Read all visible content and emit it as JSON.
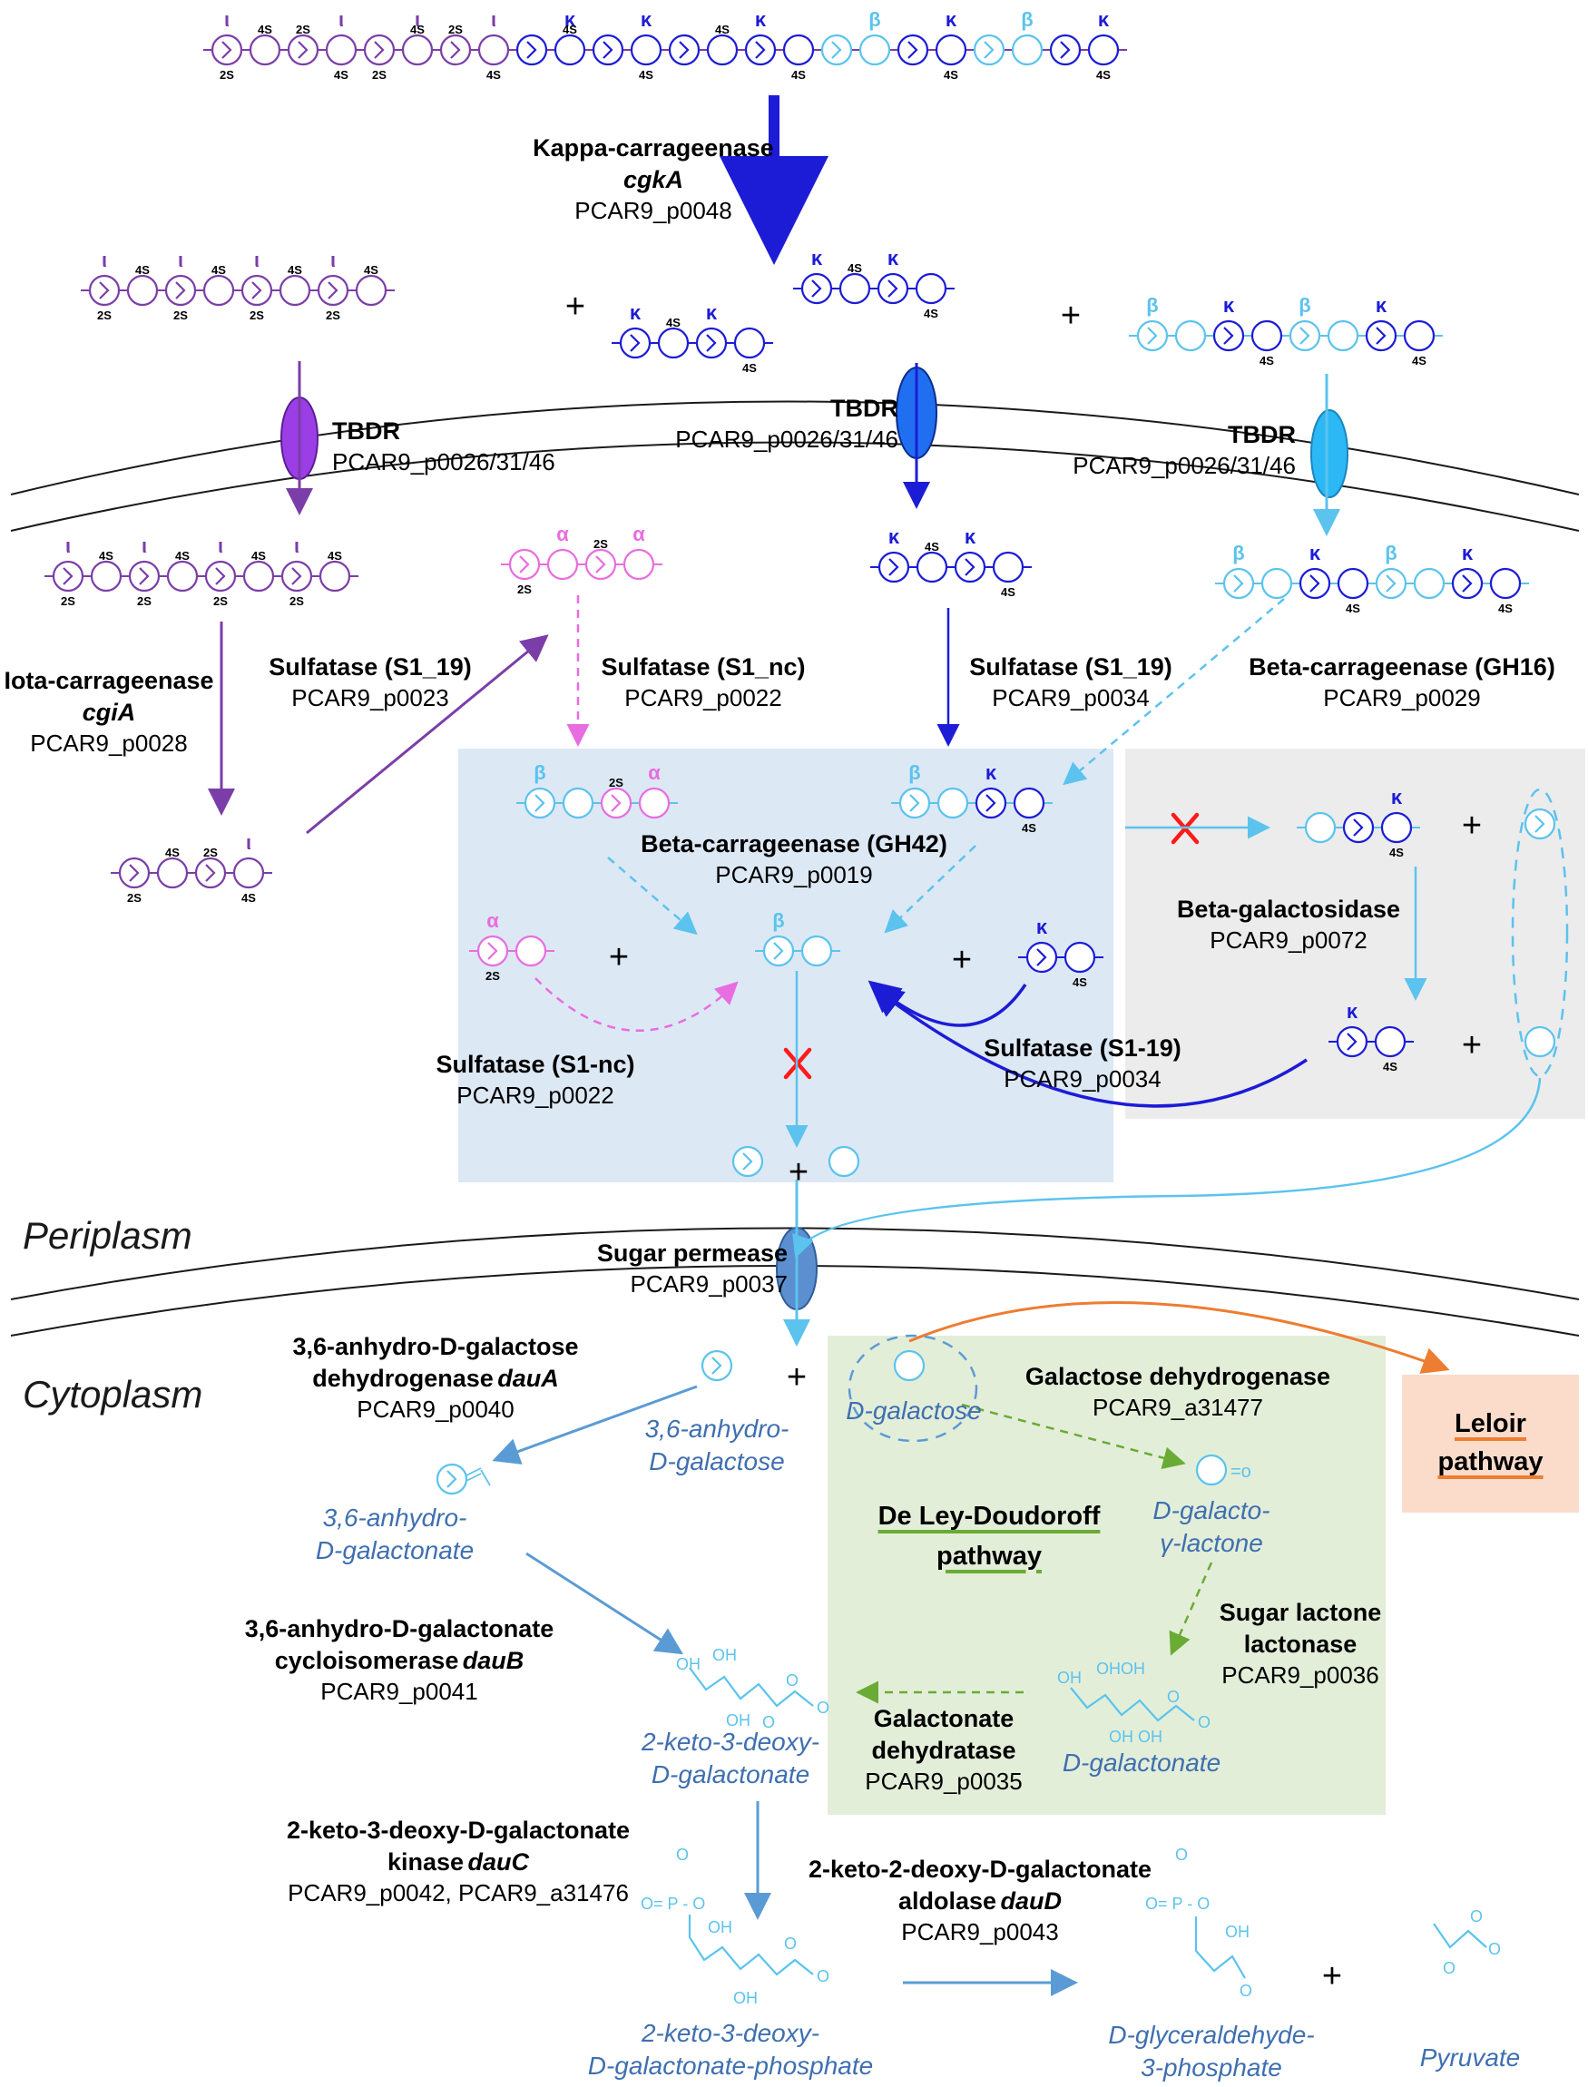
{
  "compartments": {
    "periplasm": "Periplasm",
    "cytoplasm": "Cytoplasm"
  },
  "enzymes": {
    "kappa": {
      "name": "Kappa-carrageenase",
      "gene": "cgkA",
      "locus": "PCAR9_p0048"
    },
    "tbdr": {
      "name": "TBDR",
      "locus": "PCAR9_p0026/31/46"
    },
    "iota": {
      "name": "Iota-carrageenase",
      "gene": "cgiA",
      "locus": "PCAR9_p0028"
    },
    "sulf_s1_19_a": {
      "name": "Sulfatase (S1_19)",
      "locus": "PCAR9_p0023"
    },
    "sulf_s1_nc": {
      "name": "Sulfatase (S1_nc)",
      "locus": "PCAR9_p0022"
    },
    "sulf_s1_19_b": {
      "name": "Sulfatase (S1_19)",
      "locus": "PCAR9_p0034"
    },
    "beta_gh16": {
      "name": "Beta-carrageenase (GH16)",
      "locus": "PCAR9_p0029"
    },
    "beta_gh42": {
      "name": "Beta-carrageenase (GH42)",
      "locus": "PCAR9_p0019"
    },
    "beta_gal": {
      "name": "Beta-galactosidase",
      "locus": "PCAR9_p0072"
    },
    "sulf_s1nc": {
      "name": "Sulfatase (S1-nc)",
      "locus": "PCAR9_p0022"
    },
    "sulf_s119": {
      "name": "Sulfatase (S1-19)",
      "locus": "PCAR9_p0034"
    },
    "permease": {
      "name": "Sugar permease",
      "locus": "PCAR9_p0037"
    },
    "dauA": {
      "line1": "3,6-anhydro-D-galactose",
      "line2": "dehydrogenase",
      "gene": "dauA",
      "locus": "PCAR9_p0040"
    },
    "dauB": {
      "line1": "3,6-anhydro-D-galactonate",
      "line2": "cycloisomerase",
      "gene": "dauB",
      "locus": "PCAR9_p0041"
    },
    "dauC": {
      "line1": "2-keto-3-deoxy-D-galactonate",
      "line2": "kinase",
      "gene": "dauC",
      "locus": "PCAR9_p0042, PCAR9_a31476"
    },
    "dauD": {
      "line1": "2-keto-2-deoxy-D-galactonate",
      "line2": "aldolase",
      "gene": "dauD",
      "locus": "PCAR9_p0043"
    },
    "gal_dh": {
      "name": "Galactose dehydrogenase",
      "locus": "PCAR9_a31477"
    },
    "lactonase": {
      "line1": "Sugar lactone",
      "line2": "lactonase",
      "locus": "PCAR9_p0036"
    },
    "dehydratase": {
      "line1": "Galactonate",
      "line2": "dehydratase",
      "locus": "PCAR9_p0035"
    }
  },
  "molecules": {
    "ahg": {
      "line1": "3,6-anhydro-",
      "line2": "D-galactose"
    },
    "ahgn": {
      "line1": "3,6-anhydro-",
      "line2": "D-galactonate"
    },
    "kdgal": {
      "line1": "2-keto-3-deoxy-",
      "line2": "D-galactonate"
    },
    "kdgp": {
      "line1": "2-keto-3-deoxy-",
      "line2": "D-galactonate-phosphate"
    },
    "dgal": "D-galactose",
    "galactolactone": {
      "line1": "D-galacto-",
      "line2": "γ-lactone"
    },
    "galactonate": "D-galactonate",
    "g3p": {
      "line1": "D-glyceraldehyde-",
      "line2": "3-phosphate"
    },
    "pyruvate": "Pyruvate"
  },
  "pathways": {
    "deley": {
      "line1": "De Ley-Doudoroff",
      "line2": "pathway"
    },
    "leloir": {
      "line1": "Leloir",
      "line2": "pathway"
    }
  },
  "symbols": {
    "iota": "ι",
    "kappa": "κ",
    "beta": "β",
    "alpha": "α",
    "s4": "4S",
    "s2": "2S",
    "plus": "+",
    "block": "X"
  },
  "colors": {
    "iota": "#7b3ea8",
    "kappa": "#1c1cd6",
    "beta": "#5bc3ee",
    "alpha": "#e86de0",
    "deley_box": "#e3eed9",
    "leloir_box": "#fbdccb",
    "blue_box": "#dde8f5",
    "gray_box": "#ececec",
    "steelblue": "#5b9bd5",
    "green": "#6aab35",
    "orange": "#ed7d31"
  }
}
